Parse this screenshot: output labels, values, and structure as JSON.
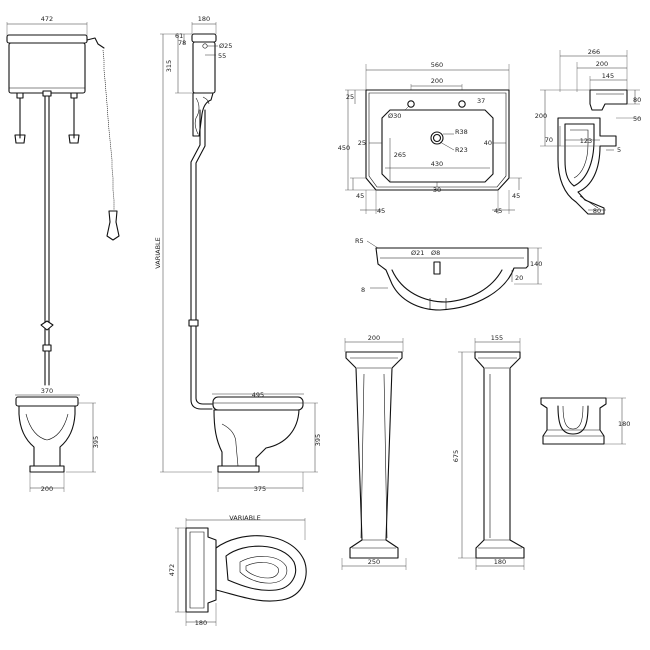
{
  "views": {
    "wc_front": {
      "cistern_width": "472",
      "bowl_width": "370",
      "bowl_height": "395",
      "base_width": "200"
    },
    "wc_side": {
      "cistern_depth": "180",
      "cistern_height": "315",
      "dim_61": "61",
      "dim_78": "78",
      "dim_55": "55",
      "hole_dia": "Ø25",
      "pipe_height": "VARIABLE",
      "bowl_projection": "495",
      "bowl_height": "395",
      "base_depth": "375"
    },
    "wc_plan": {
      "projection": "VARIABLE",
      "cistern_width": "472",
      "cistern_depth": "180"
    },
    "basin_plan": {
      "width": "560",
      "tap_centres": "200",
      "edge_25": "25",
      "dim_37": "37",
      "tap_hole": "Ø30",
      "waste_r38": "R38",
      "waste_r23": "R23",
      "depth": "450",
      "side_25": "25",
      "bowl_depth": "265",
      "bowl_width": "430",
      "right_40": "40",
      "bottom_30": "30",
      "chamfer_45_l": "45",
      "chamfer_45_r": "45",
      "corner_45_l": "45",
      "corner_45_r": "45"
    },
    "basin_side": {
      "depth": "266",
      "dim_200": "200",
      "dim_145": "145",
      "height_200": "200",
      "dim_80": "80",
      "dim_50": "50",
      "dim_70": "70",
      "dim_123": "123",
      "dim_5": "5",
      "base_80": "80"
    },
    "basin_section": {
      "r5": "R5",
      "hole_21": "Ø21",
      "hole_8": "Ø8",
      "height": "140",
      "dim_20": "20",
      "dim_8": "8"
    },
    "pedestal_front": {
      "top_width": "200",
      "base_width": "250"
    },
    "pedestal_side": {
      "top_depth": "155",
      "height": "675",
      "base_depth": "180"
    },
    "semi_pedestal": {
      "height": "180"
    }
  }
}
